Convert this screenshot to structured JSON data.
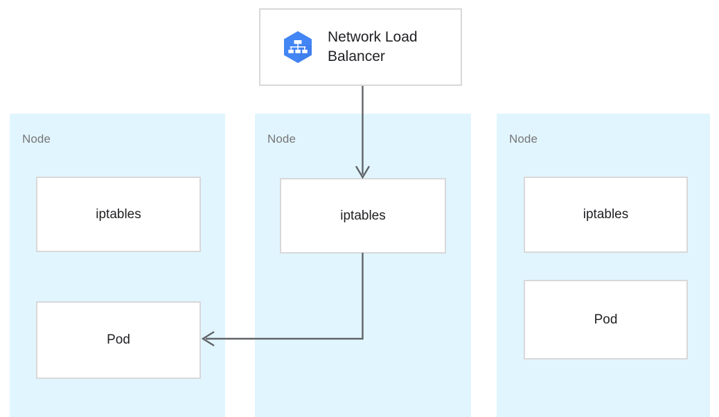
{
  "diagram": {
    "title": "Kubernetes Network Load Balancer traffic path with iptables",
    "background_color": "#ffffff",
    "node_panel_color": "#e1f5fe",
    "box_border_color": "#d8d8d8",
    "box_fill_color": "#ffffff",
    "connector_color": "#5f6368",
    "node_label_color": "#767676",
    "text_color": "#202124"
  },
  "load_balancer": {
    "label": "Network Load Balancer",
    "icon": "network-load-balancer-icon",
    "icon_color": "#4285f4",
    "icon_shadow_color": "#3367d6"
  },
  "nodes": [
    {
      "label": "Node",
      "boxes": [
        {
          "label": "iptables"
        },
        {
          "label": "Pod"
        }
      ]
    },
    {
      "label": "Node",
      "boxes": [
        {
          "label": "iptables"
        }
      ]
    },
    {
      "label": "Node",
      "boxes": [
        {
          "label": "iptables"
        },
        {
          "label": "Pod"
        }
      ]
    }
  ],
  "connectors": [
    {
      "name": "lb-to-middle-iptables",
      "from": "Network Load Balancer",
      "to": "iptables (middle node)",
      "arrowhead": "down"
    },
    {
      "name": "middle-iptables-to-left-pod",
      "from": "iptables (middle node)",
      "to": "Pod (left node)",
      "arrowhead": "left"
    }
  ]
}
